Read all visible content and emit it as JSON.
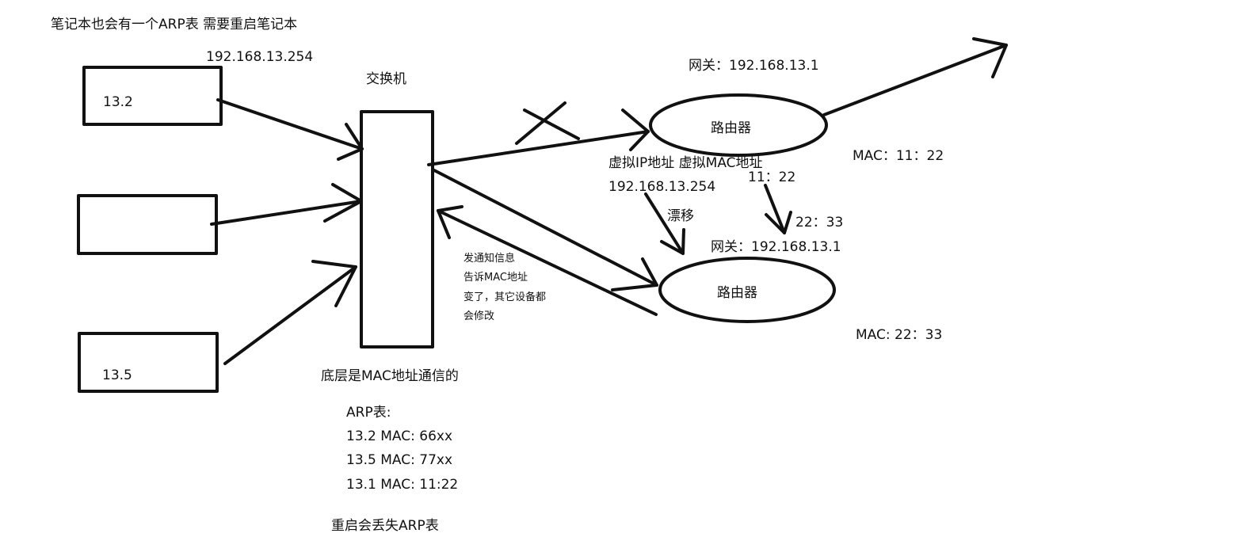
{
  "labels": {
    "laptop_note": "笔记本也会有一个ARP表 需要重启笔记本",
    "laptop_ip": "192.168.13.254",
    "switch_title": "交换机",
    "host1": "13.2",
    "host3": "13.5",
    "router1": "路由器",
    "router2": "路由器",
    "gateway1": "网关：192.168.13.1",
    "gateway2": "网关：192.168.13.1",
    "mac1": "MAC：11：22",
    "mac2": "MAC: 22：33",
    "virtual_addr": "虚拟IP地址  虚拟MAC地址",
    "virtual_ip": "192.168.13.254",
    "virtual_mac": "11：22",
    "mac_change": "22：33",
    "drift": "漂移",
    "notify_line1": "发通知信息",
    "notify_line2": "告诉MAC地址",
    "notify_line3": "变了，其它设备都",
    "notify_line4": "会修改",
    "bottom_note": "底层是MAC地址通信的",
    "arp_title": "ARP表:",
    "arp_row1": "13.2 MAC: 66xx",
    "arp_row2": "13.5 MAC: 77xx",
    "arp_row3": "13.1 MAC: 11:22",
    "reboot_note": "重启会丢失ARP表"
  },
  "colors": {
    "ink": "#111111",
    "paper": "#ffffff"
  }
}
